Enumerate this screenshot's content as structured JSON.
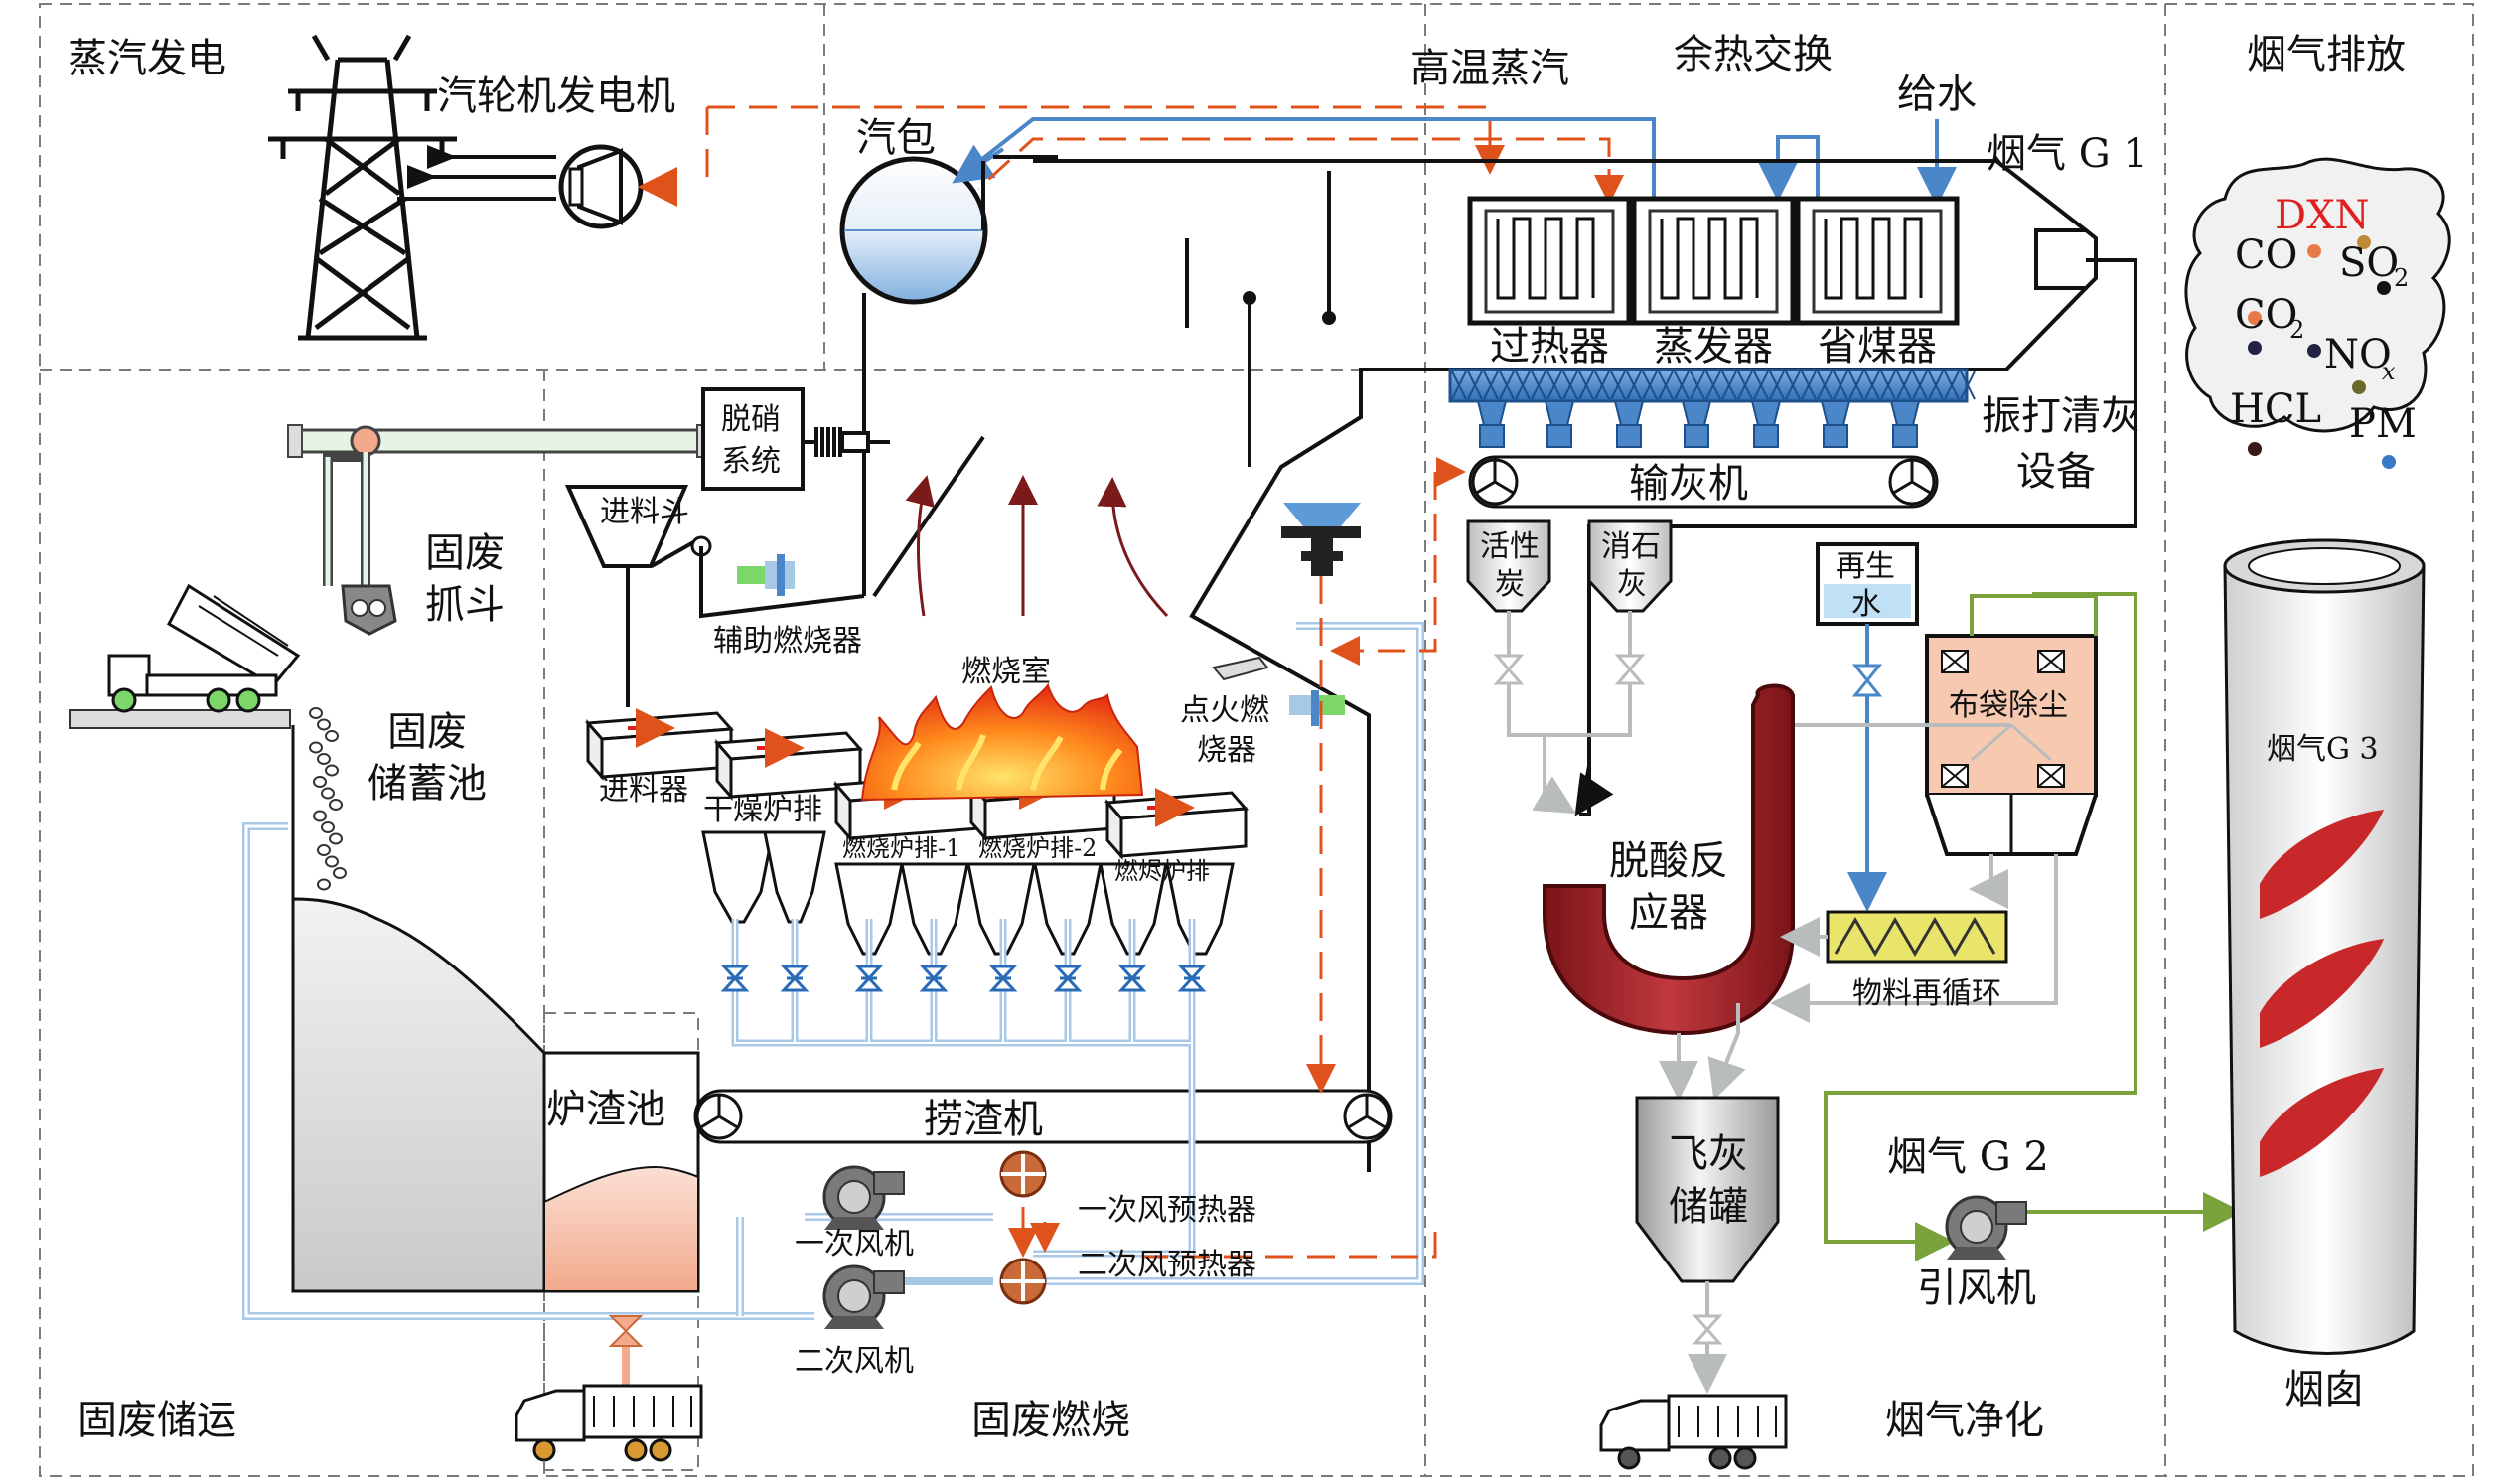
{
  "regions": {
    "steam_power": "蒸汽发电",
    "heat_exchange": "余热交换",
    "flue_emission": "烟气排放",
    "waste_storage": "固废储运",
    "waste_combustion": "固废燃烧",
    "flue_purification": "烟气净化"
  },
  "labels": {
    "turbine_generator": "汽轮机发电机",
    "high_temp_steam": "高温蒸汽",
    "steam_drum": "汽包",
    "feed_water": "给水",
    "flue_g1": "烟气 G 1",
    "superheater": "过热器",
    "evaporator": "蒸发器",
    "economizer": "省煤器",
    "rapping_cleaner": "振打清灰",
    "rapping_cleaner2": "设备",
    "ash_conveyor": "输灰机",
    "denox_1": "脱硝",
    "denox_2": "系统",
    "grab_1": "固废",
    "grab_2": "抓斗",
    "hopper": "进料斗",
    "aux_burner": "辅助燃烧器",
    "combustion_chamber": "燃烧室",
    "ignition_burner_1": "点火燃",
    "ignition_burner_2": "烧器",
    "storage_pit_1": "固废",
    "storage_pit_2": "储蓄池",
    "feeder": "进料器",
    "dry_grate": "干燥炉排",
    "burn_grate_1": "燃烧炉排-1",
    "burn_grate_2": "燃烧炉排-2",
    "burnout_grate": "燃烬炉排",
    "slag_pool": "炉渣池",
    "slag_conveyor": "捞渣机",
    "fan1": "一次风机",
    "fan2": "二次风机",
    "preheater1": "一次风预热器",
    "preheater2": "二次风预热器",
    "activated_carbon_1": "活性",
    "activated_carbon_2": "炭",
    "lime_1": "消石",
    "lime_2": "灰",
    "reclaimed_water_1": "再生",
    "reclaimed_water_2": "水",
    "baghouse": "布袋除尘",
    "deacid_1": "脱酸反",
    "deacid_2": "应器",
    "recirculation": "物料再循环",
    "fly_ash_1": "飞灰",
    "fly_ash_2": "储罐",
    "flue_g2": "烟气 G 2",
    "induced_fan": "引风机",
    "flue_g3": "烟气G 3",
    "chimney": "烟囱"
  },
  "pollutants": {
    "dxn": "DXN",
    "co": "CO",
    "so2": "SO",
    "so2_sub": "2",
    "co2": "CO",
    "co2_sub": "2",
    "nox": "NO",
    "nox_sub": "x",
    "hcl": "HCL",
    "pm": "PM"
  },
  "colors": {
    "water_line": "#4a86c8",
    "steam_line": "#e0521c",
    "green_line": "#7aa23a",
    "gray_line": "#b8bcbc",
    "reactor": "#a5242a",
    "panel_dash": "#7a7a7a"
  }
}
